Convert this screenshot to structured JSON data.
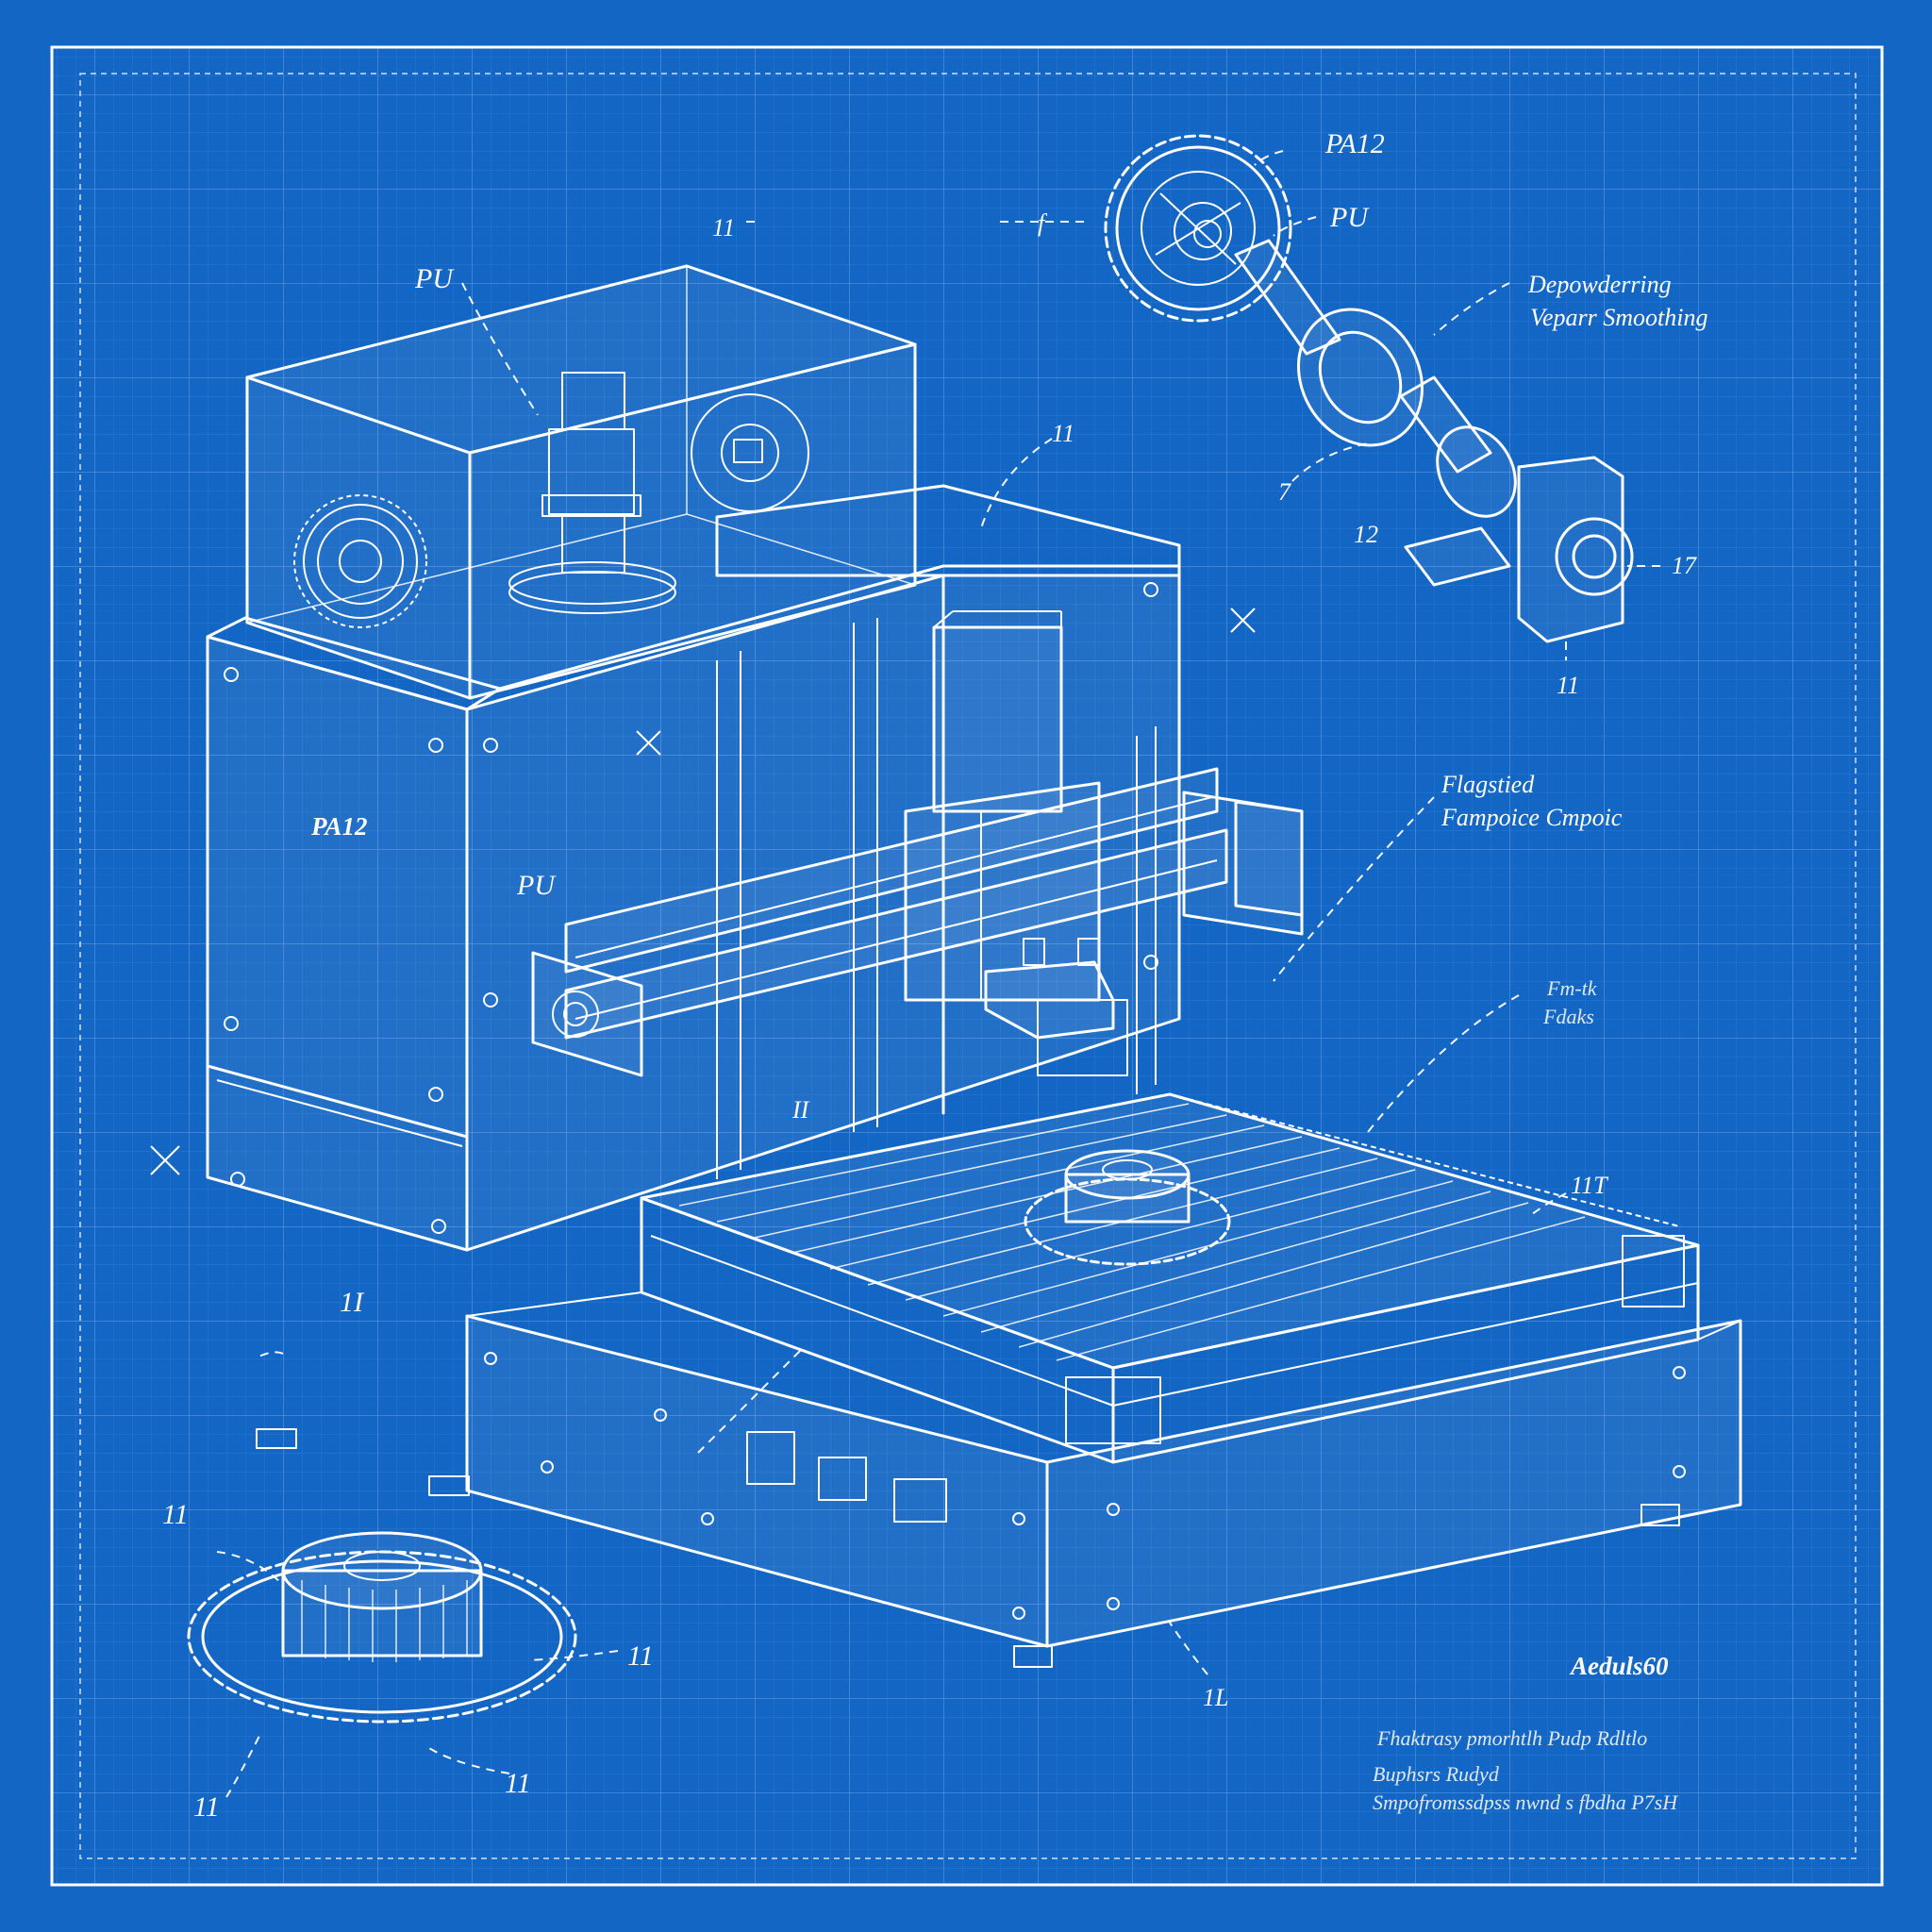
{
  "colors": {
    "background": "#1466c4",
    "grid": "#5b9be0",
    "ink": "#ffffff"
  },
  "labels": {
    "top_gear_pa12": "PA12",
    "top_gear_pu": "PU",
    "top_f": "f",
    "depowdering_line1": "Depowderring",
    "depowdering_line2": "Veparr Smoothing",
    "arm_7": "7",
    "arm_12": "12",
    "arm_17": "17",
    "arm_11_bottom": "11",
    "enclosure_pu": "PU",
    "enclosure_11": "11",
    "frame_11": "11",
    "side_panel_pa12": "PA12",
    "rail_pu": "PU",
    "lower_panel_11": "1I",
    "flagstad_line1": "Flagstied",
    "flagstad_line2": "Fampoice Cmpoic",
    "gantry_small_1": "Fm-tk",
    "gantry_small_2": "Fdaks",
    "bed_111": "11T",
    "bed_ii": "II",
    "gear_11_top": "11",
    "gear_11_right": "11",
    "gear_11_bottom": "11",
    "gear_11_left": "11",
    "base_1l": "1L",
    "title_block_code": "Aeduls60",
    "scribble_1": "Fhaktrasy pmorhtlh Pudp Rdltlo",
    "scribble_2": "Buphsrs Rudyd",
    "scribble_3": "Smpofromssdpss nwnd s fbdha P7sH"
  }
}
